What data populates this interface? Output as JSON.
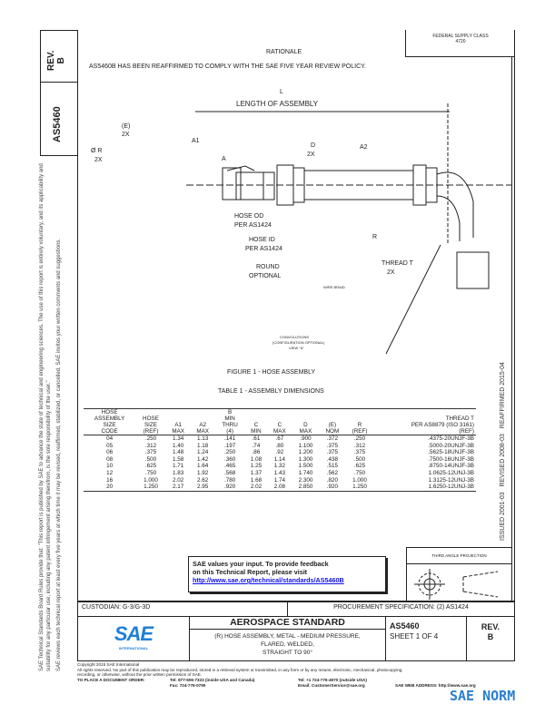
{
  "side": {
    "rev_label": "REV.",
    "rev": "B",
    "doc_number": "AS5460",
    "disclaimer1": "SAE Technical Standards Board Rules provide that: \"This report is published by SAE to advance the state of technical and engineering sciences. The use of this report is entirely voluntary, and its applicability and suitability for any particular use, including any patent infringement arising therefrom, is the sole responsibility of the user.\"",
    "disclaimer2": "SAE reviews each technical report at least every five years at which time it may be revised, reaffirmed, stabilized, or cancelled. SAE invites your written comments and suggestions."
  },
  "header": {
    "fsc_label": "FEDERAL SUPPLY CLASS",
    "fsc": "4720",
    "rationale_title": "RATIONALE",
    "rationale_text": "AS5460B HAS BEEN REAFFIRMED TO COMPLY WITH THE SAE FIVE YEAR REVIEW POLICY."
  },
  "dates": {
    "issued": "ISSUED 2001-03",
    "revised": "REVISED 2008-03",
    "reaffirmed": "REAFFIRMED 2015-04"
  },
  "figure": {
    "labels": {
      "l": "L",
      "length": "LENGTH OF ASSEMBLY",
      "e": "(E)",
      "e2x": "2X",
      "a1": "A1",
      "a": "A",
      "dia_r": "Ø R",
      "r2x": "2X",
      "d": "D",
      "d2x": "2X",
      "a2": "A2",
      "hose_od": "HOSE OD",
      "per1": "PER AS1424",
      "hose_id": "HOSE ID",
      "per2": "PER AS1424",
      "r": "R",
      "thread": "THREAD T",
      "t2x": "2X",
      "round": "ROUND",
      "optional": "OPTIONAL",
      "wire_braid": "WIRE BRAID",
      "conv1": "CONVOLUTIONS",
      "conv2": "(CONFIGURATION OPTIONAL)",
      "view": "VIEW \"A\""
    },
    "caption": "FIGURE 1 - HOSE ASSEMBLY"
  },
  "table": {
    "title": "TABLE 1 - ASSEMBLY DIMENSIONS",
    "headers": [
      [
        "HOSE",
        "ASSEMBLY",
        "SIZE",
        "CODE"
      ],
      [
        "HOSE",
        "SIZE",
        "(REF)"
      ],
      [
        "",
        "",
        "A1",
        "MAX"
      ],
      [
        "",
        "",
        "A2",
        "MAX"
      ],
      [
        "B",
        "MIN",
        "THRU",
        "(4)"
      ],
      [
        "",
        "",
        "C",
        "MIN"
      ],
      [
        "",
        "",
        "C",
        "MAX"
      ],
      [
        "",
        "",
        "D",
        "MAX"
      ],
      [
        "",
        "",
        "(E)",
        "NOM"
      ],
      [
        "",
        "",
        "R",
        "(REF)"
      ],
      [
        "",
        "THREAD T",
        "PER AS8879 (ISO 3161)",
        "(REF)"
      ]
    ],
    "rows": [
      [
        "04",
        ".250",
        "1.34",
        "1.13",
        ".141",
        ".61",
        ".67",
        ".900",
        ".372",
        ".250",
        ".4375-20UNJF-3B"
      ],
      [
        "05",
        ".312",
        "1.40",
        "1.18",
        ".197",
        ".74",
        ".80",
        "1.100",
        ".375",
        ".312",
        ".5000-20UNJF-3B"
      ],
      [
        "06",
        ".375",
        "1.48",
        "1.24",
        ".250",
        ".86",
        ".92",
        "1.200",
        ".375",
        ".375",
        ".5625-18UNJF-3B"
      ],
      [
        "08",
        ".500",
        "1.58",
        "1.42",
        ".360",
        "1.08",
        "1.14",
        "1.300",
        ".438",
        ".500",
        ".7500-16UNJF-3B"
      ],
      [
        "10",
        ".625",
        "1.71",
        "1.64",
        ".465",
        "1.25",
        "1.32",
        "1.500",
        ".515",
        ".625",
        ".8750-14UNJF-3B"
      ],
      [
        "12",
        ".750",
        "1.83",
        "1.92",
        ".568",
        "1.37",
        "1.43",
        "1.740",
        ".562",
        ".750",
        "1.0625-12UNJ-3B"
      ],
      [
        "16",
        "1.000",
        "2.02",
        "2.62",
        ".780",
        "1.68",
        "1.74",
        "2.300",
        ".820",
        "1.000",
        "1.3125-12UNJ-3B"
      ],
      [
        "20",
        "1.250",
        "2.17",
        "2.95",
        ".920",
        "2.02",
        "2.08",
        "2.850",
        ".920",
        "1.250",
        "1.6250-12UNJ-3B"
      ]
    ]
  },
  "feedback": {
    "line1": "SAE values your input. To provide feedback",
    "line2": "on this Technical Report, please visit",
    "url": "http://www.sae.org/technical/standards/AS5460B"
  },
  "projection": {
    "label": "THIRD ANGLE PROJECTION"
  },
  "titleblock": {
    "custodian": "CUSTODIAN: G-3/G-3D",
    "procurement": "PROCUREMENT SPECIFICATION: (2) AS1424",
    "logo_text": "SAE",
    "logo_sub": "INTERNATIONAL",
    "heading": "AEROSPACE STANDARD",
    "title1": "(R) HOSE ASSEMBLY, METAL - MEDIUM PRESSURE,",
    "title2": "FLARED, WELDED,",
    "title3": "STRAIGHT TO 90°",
    "doc": "AS5460",
    "sheet": "SHEET 1 OF 4",
    "rev_label": "REV.",
    "rev": "B"
  },
  "footer": {
    "copyright": "Copyright 2015 SAE International",
    "rights1": "All rights reserved. No part of this publication may be reproduced, stored in a retrieval system or transmitted, in any form or by any means, electronic, mechanical, photocopying,",
    "rights2": "recording, or otherwise, without the prior written permission of SAE.",
    "order_label": "TO PLACE A DOCUMENT ORDER:",
    "tel1": "Tel: 877-606-7323 (inside USA and Canada)",
    "fax": "Fax: 724-776-0790",
    "tel2": "Tel: +1 724-776-4970 (outside USA)",
    "email": "Email: CustomerService@sae.org",
    "web": "SAE WEB ADDRESS: http://www.sae.org"
  },
  "watermark": {
    "text": "SAE NORM",
    "color": "#2a7fd0"
  },
  "colors": {
    "sae_blue": "#1e7fd6",
    "link": "#1010ee"
  }
}
